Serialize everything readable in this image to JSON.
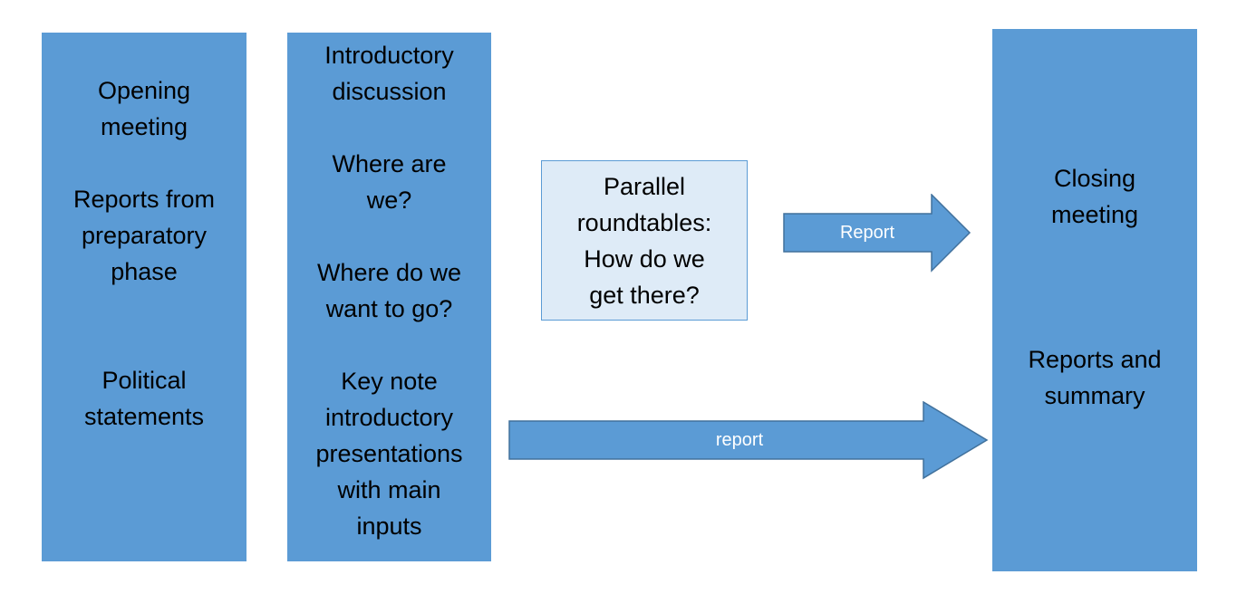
{
  "diagram": {
    "column_left": {
      "line_1": "Opening",
      "line_2": "meeting",
      "line_3": "Reports from",
      "line_4": "preparatory",
      "line_5": "phase",
      "line_6": "Political",
      "line_7": "statements"
    },
    "column_middle": {
      "line_1": "Introductory",
      "line_2": "discussion",
      "line_3": "Where are",
      "line_4": "we?",
      "line_5": "Where do we",
      "line_6": "want to go?",
      "line_7": "Key note",
      "line_8": "introductory",
      "line_9": "presentations",
      "line_10": "with main",
      "line_11": "inputs"
    },
    "roundtable_box": {
      "line_1": "Parallel",
      "line_2": "roundtables:",
      "line_3": "How do we",
      "line_4": "get there?"
    },
    "arrow_upper": {
      "label": "Report"
    },
    "arrow_lower": {
      "label": "report"
    },
    "column_right": {
      "line_1": "Closing",
      "line_2": "meeting",
      "line_3": "Reports and",
      "line_4": "summary"
    },
    "colors": {
      "block_fill": "#5b9bd5",
      "roundtable_fill": "#deebf7",
      "roundtable_border": "#5b9bd5",
      "arrow_fill": "#5b9bd5",
      "arrow_stroke": "#41719c",
      "arrow_text": "#ffffff"
    }
  }
}
